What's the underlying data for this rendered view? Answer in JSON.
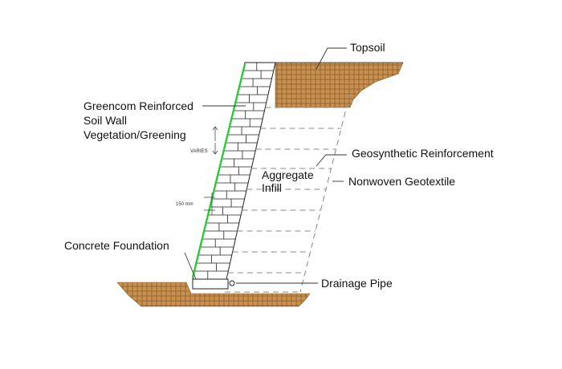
{
  "labels": {
    "topsoil": "Topsoil",
    "wall_line1": "Greencom Reinforced",
    "wall_line2": "Soil Wall",
    "wall_line3": "Vegetation/Greening",
    "geosynthetic": "Geosynthetic Reinforcement",
    "aggregate_line1": "Aggregate",
    "aggregate_line2": "Infill",
    "geotextile": "Nonwoven Geotextile",
    "foundation": "Concrete Foundation",
    "drainage": "Drainage Pipe"
  },
  "dimensions": {
    "varies": "VARIES",
    "spacing": "150 mm"
  },
  "colors": {
    "soil": "#c8914f",
    "soil_hatch": "#8a5a2b",
    "greening": "#2ec93a",
    "block_line": "#222222",
    "dashed": "#888888",
    "leader": "#333333"
  }
}
